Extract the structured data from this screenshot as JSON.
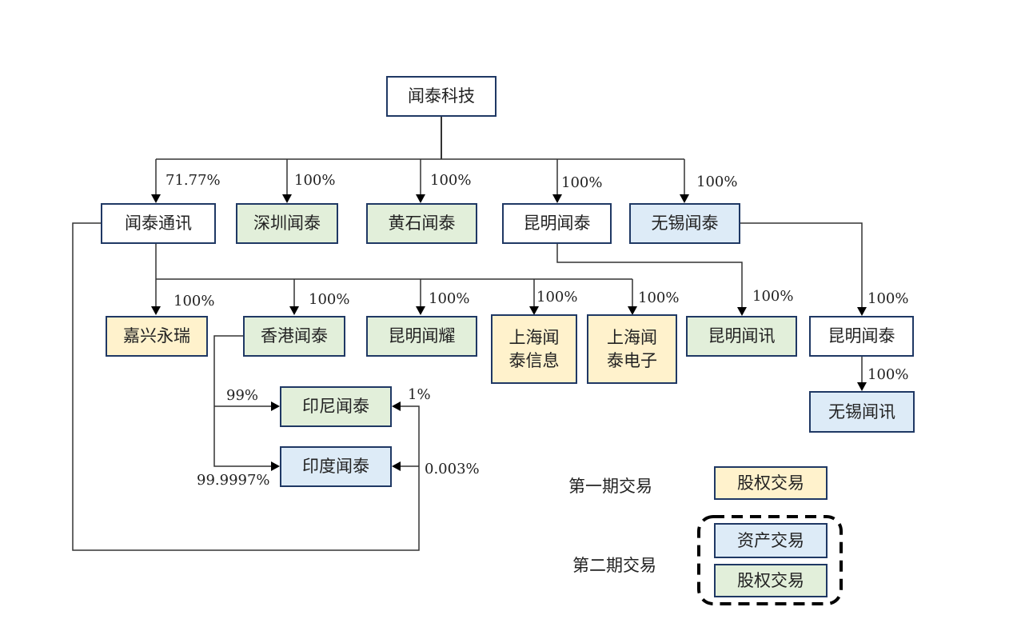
{
  "colors": {
    "border": "#1F3864",
    "none": "#FFFFFF",
    "phase1_equity": "#FFF2CC",
    "phase2_asset": "#DDEBF7",
    "phase2_equity": "#E2EFDA",
    "line": "#333333"
  },
  "nodes": [
    {
      "id": "wingtech",
      "label": "闻泰科技",
      "fill": "none"
    },
    {
      "id": "wingtech_comm",
      "label": "闻泰通讯",
      "fill": "none"
    },
    {
      "id": "shenzhen",
      "label": "深圳闻泰",
      "fill": "phase2_equity"
    },
    {
      "id": "huangshi",
      "label": "黄石闻泰",
      "fill": "phase2_equity"
    },
    {
      "id": "kunming",
      "label": "昆明闻泰",
      "fill": "none"
    },
    {
      "id": "wuxi",
      "label": "无锡闻泰",
      "fill": "phase2_asset"
    },
    {
      "id": "jiaxing",
      "label": "嘉兴永瑞",
      "fill": "phase1_equity"
    },
    {
      "id": "hongkong",
      "label": "香港闻泰",
      "fill": "phase2_equity"
    },
    {
      "id": "kunming_yao",
      "label": "昆明闻耀",
      "fill": "phase2_equity"
    },
    {
      "id": "shanghai_info",
      "label": "上海闻\n泰信息",
      "fill": "phase1_equity"
    },
    {
      "id": "shanghai_elec",
      "label": "上海闻\n泰电子",
      "fill": "phase1_equity"
    },
    {
      "id": "kunming_xun",
      "label": "昆明闻讯",
      "fill": "phase2_equity"
    },
    {
      "id": "kunming2",
      "label": "昆明闻泰",
      "fill": "none"
    },
    {
      "id": "wuxi_xun",
      "label": "无锡闻讯",
      "fill": "phase2_asset"
    },
    {
      "id": "indonesia",
      "label": "印尼闻泰",
      "fill": "phase2_equity"
    },
    {
      "id": "india",
      "label": "印度闻泰",
      "fill": "phase2_asset"
    }
  ],
  "edges": [
    {
      "from": "wingtech",
      "to": "wingtech_comm",
      "pct": "71.77%"
    },
    {
      "from": "wingtech",
      "to": "shenzhen",
      "pct": "100%"
    },
    {
      "from": "wingtech",
      "to": "huangshi",
      "pct": "100%"
    },
    {
      "from": "wingtech",
      "to": "kunming",
      "pct": "100%"
    },
    {
      "from": "wingtech",
      "to": "wuxi",
      "pct": "100%"
    },
    {
      "from": "wingtech_comm",
      "to": "jiaxing",
      "pct": "100%"
    },
    {
      "from": "wingtech_comm",
      "to": "hongkong",
      "pct": "100%"
    },
    {
      "from": "wingtech_comm",
      "to": "kunming_yao",
      "pct": "100%"
    },
    {
      "from": "wingtech_comm",
      "to": "shanghai_info",
      "pct": "100%"
    },
    {
      "from": "wingtech_comm",
      "to": "shanghai_elec",
      "pct": "100%"
    },
    {
      "from": "kunming",
      "to": "kunming_xun",
      "pct": "100%"
    },
    {
      "from": "wuxi",
      "to": "kunming2",
      "pct": "100%"
    },
    {
      "from": "kunming2",
      "to": "wuxi_xun",
      "pct": "100%"
    },
    {
      "from": "hongkong",
      "to": "indonesia",
      "pct": "99%"
    },
    {
      "from": "hongkong",
      "to": "india",
      "pct": "99.9997%"
    },
    {
      "from": "wingtech_comm",
      "to": "indonesia",
      "pct": "1%"
    },
    {
      "from": "wingtech_comm",
      "to": "india",
      "pct": "0.003%"
    }
  ],
  "legend": {
    "phase1_label": "第一期交易",
    "phase2_label": "第二期交易",
    "items": [
      {
        "label": "股权交易",
        "fill": "phase1_equity",
        "phase": 1
      },
      {
        "label": "资产交易",
        "fill": "phase2_asset",
        "phase": 2
      },
      {
        "label": "股权交易",
        "fill": "phase2_equity",
        "phase": 2
      }
    ]
  }
}
